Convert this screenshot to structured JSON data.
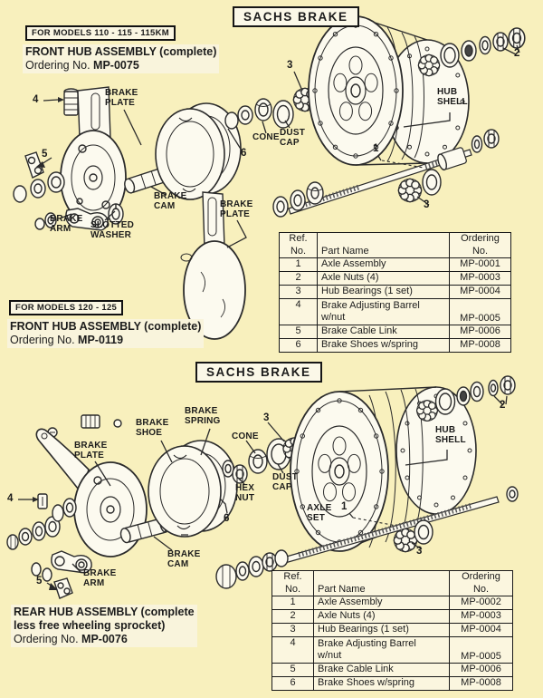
{
  "page": {
    "bg": "#f8f0bd",
    "ink": "#1c1c1c"
  },
  "front": {
    "title": "SACHS BRAKE",
    "models_badge": "FOR MODELS 110 - 115 - 115KM",
    "assembly_title": "FRONT HUB ASSEMBLY (complete)",
    "ordering_label": "Ordering No.",
    "ordering_no": "MP-0075",
    "labels": {
      "brake_plate": "BRAKE\nPLATE",
      "brake_arm": "BRAKE\nARM",
      "slotted_washer": "SLOTTED\nWASHER",
      "brake_cam": "BRAKE\nCAM",
      "cone": "CONE",
      "dust_cap": "DUST\nCAP",
      "hub_shell": "HUB\nSHELL",
      "brake_plate_alt": "BRAKE\nPLATE"
    },
    "callouts": {
      "c1": "1",
      "c2": "2",
      "c3": "3",
      "c4": "4",
      "c5": "5",
      "c6": "6"
    },
    "table": {
      "headers": {
        "ref": "Ref.\nNo.",
        "part": "Part Name",
        "ord": "Ordering\nNo."
      },
      "rows": [
        {
          "ref": "1",
          "part": "Axle Assembly",
          "ord": "MP-0001"
        },
        {
          "ref": "2",
          "part": "Axle Nuts (4)",
          "ord": "MP-0003"
        },
        {
          "ref": "3",
          "part": "Hub Bearings (1 set)",
          "ord": "MP-0004"
        },
        {
          "ref": "4",
          "part": "Brake Adjusting Barrel\nw/nut",
          "ord": "MP-0005"
        },
        {
          "ref": "5",
          "part": "Brake Cable Link",
          "ord": "MP-0006"
        },
        {
          "ref": "6",
          "part": "Brake Shoes w/spring",
          "ord": "MP-0008"
        }
      ]
    }
  },
  "front_alt": {
    "models_badge": "FOR MODELS 120 - 125",
    "assembly_title": "FRONT HUB ASSEMBLY (complete)",
    "ordering_label": "Ordering No.",
    "ordering_no": "MP-0119"
  },
  "rear": {
    "title": "SACHS BRAKE",
    "assembly_title": "REAR HUB ASSEMBLY (complete\nless free wheeling sprocket)",
    "ordering_label": "Ordering No.",
    "ordering_no": "MP-0076",
    "labels": {
      "brake_plate": "BRAKE\nPLATE",
      "brake_shoe": "BRAKE\nSHOE",
      "brake_spring": "BRAKE\nSPRING",
      "brake_arm": "BRAKE\nARM",
      "brake_cam": "BRAKE\nCAM",
      "cone": "CONE",
      "hex_nut": "HEX\nNUT",
      "dust_cap": "DUST\nCAP",
      "hub_shell": "HUB\nSHELL",
      "axle_set": "AXLE\nSET"
    },
    "callouts": {
      "c1": "1",
      "c2": "2",
      "c3": "3",
      "c4": "4",
      "c5": "5",
      "c6": "6"
    },
    "table": {
      "headers": {
        "ref": "Ref.\nNo.",
        "part": "Part Name",
        "ord": "Ordering\nNo."
      },
      "rows": [
        {
          "ref": "1",
          "part": "Axle Assembly",
          "ord": "MP-0002"
        },
        {
          "ref": "2",
          "part": "Axle Nuts (4)",
          "ord": "MP-0003"
        },
        {
          "ref": "3",
          "part": "Hub Bearings (1 set)",
          "ord": "MP-0004"
        },
        {
          "ref": "4",
          "part": "Brake Adjusting Barrel\nw/nut",
          "ord": "MP-0005"
        },
        {
          "ref": "5",
          "part": "Brake Cable Link",
          "ord": "MP-0006"
        },
        {
          "ref": "6",
          "part": "Brake Shoes w/spring",
          "ord": "MP-0008"
        }
      ]
    }
  }
}
